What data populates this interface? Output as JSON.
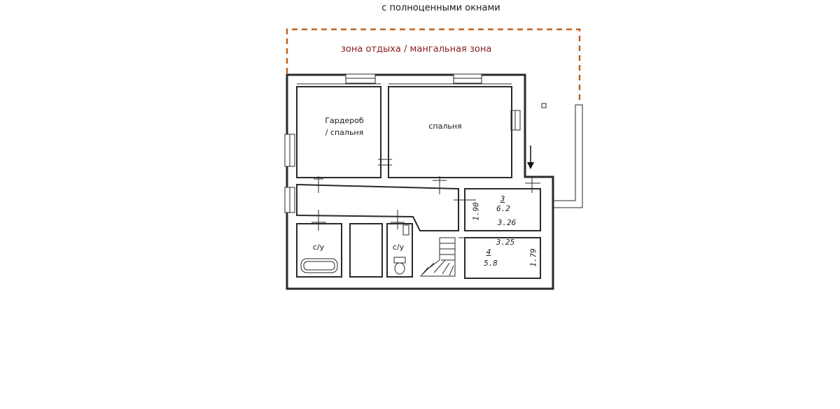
{
  "caption": "с полноценными окнами",
  "zone_label": "зона отдыха / мангальная зона",
  "rooms": {
    "wardrobe_line1": "Гардероб",
    "wardrobe_line2": "/ спальня",
    "bedroom": "спальня",
    "bathroom_left": "с/у",
    "bathroom_right": "с/у"
  },
  "room3": {
    "number": "3",
    "area": "6.2",
    "width": "3.26",
    "depth": "1.90"
  },
  "room4": {
    "width": "3.25",
    "number": "4",
    "area": "5.8",
    "depth": "1.79"
  },
  "colors": {
    "zone_outline": "#c0621d",
    "zone_text": "#8a2020",
    "walls": "#2a2a2a"
  }
}
